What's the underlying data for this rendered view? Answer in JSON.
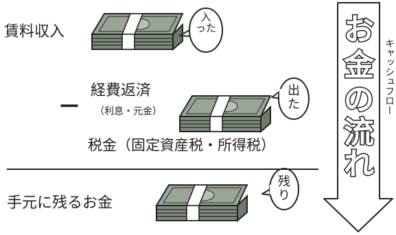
{
  "rows": {
    "income": {
      "label": "賃料収入",
      "bubble": [
        "入",
        "った"
      ]
    },
    "expenses": {
      "minus": "ー",
      "label": "経費返済",
      "sub": "（利息・元金）",
      "tax": "税金（固定資産税・所得税）",
      "bubble": [
        "出",
        "た"
      ]
    },
    "remaining": {
      "label": "手元に残るお金",
      "bubble": [
        "残",
        "り"
      ]
    }
  },
  "flow": {
    "title_chars": [
      "お",
      "金",
      "の",
      "流",
      "れ"
    ],
    "side_caption": "キャッシュフロー"
  },
  "colors": {
    "ink": "#222222",
    "bill_green": "#8f9a8c",
    "bill_dark": "#6f7a6c",
    "band": "#ffffff",
    "arrow_fill": "#ffffff",
    "title_fill": "#ffffff"
  }
}
